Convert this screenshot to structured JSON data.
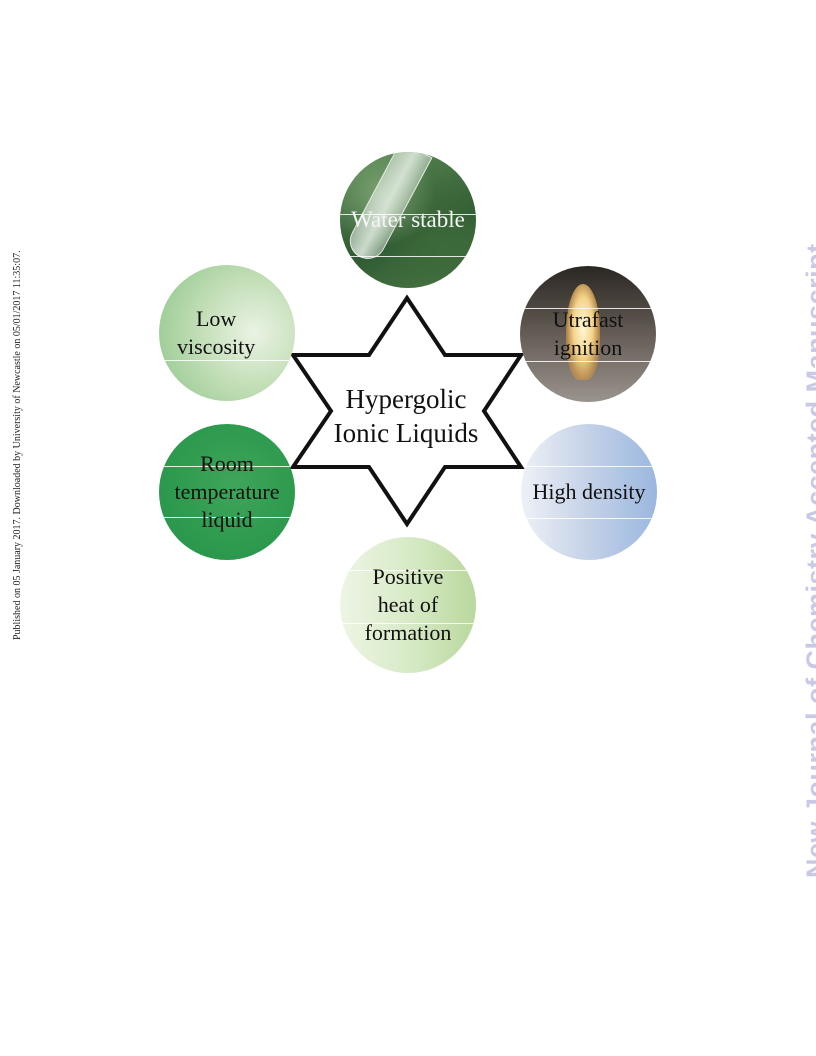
{
  "side_note": "Published on 05 January 2017. Downloaded by University of Newcastle on 05/01/2017 11:35:07.",
  "watermark": "New Journal of Chemistry Accepted Manuscript",
  "diagram": {
    "center": "Hypergolic\nIonic Liquids",
    "nodes": {
      "water": "Water stable",
      "ignition": "Utrafast\nignition",
      "low_viscosity": "Low\nviscosity",
      "room_temp": "Room\ntemperature\nliquid",
      "high_density": "High density",
      "heat": "Positive\nheat of\nformation"
    },
    "colors": {
      "low_viscosity": "#a8d4a0",
      "room_temp": "#2f9c50",
      "high_density": "#a9c0e3",
      "heat": "#cfe4bd",
      "star_outline": "#111111"
    }
  }
}
